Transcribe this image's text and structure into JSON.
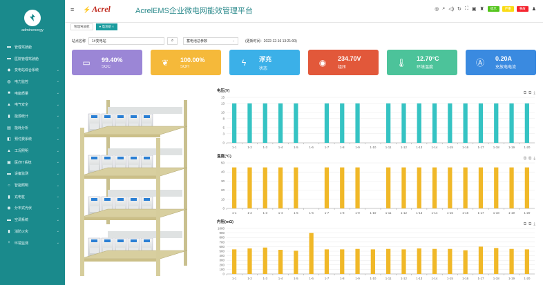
{
  "sidebar": {
    "admin_name": "adminenergy",
    "items": [
      {
        "label": "管理驾驶舱",
        "icon": "dashboard-icon"
      },
      {
        "label": "医院管理驾驶舱",
        "icon": "hospital-icon"
      },
      {
        "label": "变电站综合系统",
        "icon": "substation-icon"
      },
      {
        "label": "电力监控",
        "icon": "power-monitor-icon"
      },
      {
        "label": "电能质量",
        "icon": "power-quality-icon"
      },
      {
        "label": "电气安全",
        "icon": "electrical-safety-icon"
      },
      {
        "label": "能源统计",
        "icon": "energy-stats-icon"
      },
      {
        "label": "能耗分析",
        "icon": "energy-analysis-icon"
      },
      {
        "label": "预付费系统",
        "icon": "prepay-icon"
      },
      {
        "label": "工况照明",
        "icon": "lighting-icon"
      },
      {
        "label": "医疗IT系统",
        "icon": "medical-it-icon"
      },
      {
        "label": "设备监测",
        "icon": "device-monitor-icon"
      },
      {
        "label": "智能照明",
        "icon": "smart-light-icon"
      },
      {
        "label": "充电桩",
        "icon": "charger-icon"
      },
      {
        "label": "分布式光伏",
        "icon": "solar-icon"
      },
      {
        "label": "空调系统",
        "icon": "aircon-icon"
      },
      {
        "label": "消防火灾",
        "icon": "fire-icon"
      },
      {
        "label": "环境监测",
        "icon": "environment-icon"
      }
    ]
  },
  "topbar": {
    "brand": "Acrel",
    "title": "AcrelEMS企业微电网能效管理平台",
    "badges": [
      {
        "label": "提示",
        "color": "#52c41a"
      },
      {
        "label": "严重",
        "color": "#fadb14"
      },
      {
        "label": "事故",
        "color": "#f5222d"
      }
    ]
  },
  "tags": [
    {
      "label": "管理驾驶舱",
      "active": false
    },
    {
      "label": "● 电池组 ×",
      "active": true
    }
  ],
  "filter": {
    "station_label": "站点名称",
    "station_value": "1#变电站",
    "param_value": "蓄电池总参数",
    "update_time": "(更新时间：2022-12-16 13:21:00)"
  },
  "cards": [
    {
      "value": "99.40%",
      "label": "SOC",
      "color": "#9b86d6",
      "icon": "battery-icon"
    },
    {
      "value": "100.00%",
      "label": "SOH",
      "color": "#f5b93a",
      "icon": "leaf-icon"
    },
    {
      "value": "浮充",
      "label": "状态",
      "color": "#3bb0e8",
      "icon": "lightning-icon"
    },
    {
      "value": "234.70V",
      "label": "组压",
      "color": "#e2583a",
      "icon": "gauge-icon"
    },
    {
      "value": "12.70°C",
      "label": "环境温度",
      "color": "#4cc39a",
      "icon": "thermometer-icon"
    },
    {
      "value": "0.20A",
      "label": "充放电电流",
      "color": "#3a8ae0",
      "icon": "current-icon"
    }
  ],
  "chart_data": [
    {
      "type": "bar",
      "title": "电压(V)",
      "color": "#35c3c3",
      "ylim": [
        0,
        15
      ],
      "yticks": [
        0,
        3,
        5,
        8,
        10,
        13,
        15
      ],
      "categories": [
        "1-1",
        "1-2",
        "1-3",
        "1-4",
        "1-5",
        "1-6",
        "1-7",
        "1-8",
        "1-9",
        "1-10",
        "1-11",
        "1-12",
        "1-13",
        "1-14",
        "1-15",
        "1-16",
        "1-17",
        "1-18",
        "1-19",
        "1-20"
      ],
      "values": [
        13,
        13,
        13,
        13,
        13,
        0,
        13,
        13,
        13,
        0,
        13,
        13,
        13,
        13,
        13,
        13,
        13,
        13,
        13,
        13
      ]
    },
    {
      "type": "bar",
      "title": "温度(°C)",
      "color": "#f0b828",
      "ylim": [
        0,
        50
      ],
      "yticks": [
        0,
        10,
        20,
        30,
        40,
        50
      ],
      "categories": [
        "1-1",
        "1-2",
        "1-3",
        "1-4",
        "1-5",
        "1-6",
        "1-7",
        "1-8",
        "1-9",
        "1-10",
        "1-11",
        "1-12",
        "1-13",
        "1-14",
        "1-15",
        "1-16",
        "1-17",
        "1-18",
        "1-19",
        "1-20"
      ],
      "values": [
        45,
        45,
        45,
        45,
        45,
        0,
        45,
        45,
        45,
        0,
        45,
        45,
        45,
        45,
        45,
        45,
        45,
        45,
        45,
        45
      ]
    },
    {
      "type": "bar",
      "title": "内阻(mΩ)",
      "color": "#f0b828",
      "ylim": [
        0,
        1000
      ],
      "yticks": [
        0,
        100,
        200,
        300,
        400,
        500,
        600,
        700,
        800,
        900,
        1000
      ],
      "categories": [
        "1-1",
        "1-2",
        "1-3",
        "1-4",
        "1-5",
        "1-6",
        "1-7",
        "1-8",
        "1-9",
        "1-10",
        "1-11",
        "1-12",
        "1-13",
        "1-14",
        "1-15",
        "1-16",
        "1-17",
        "1-18",
        "1-19",
        "1-20"
      ],
      "values": [
        540,
        560,
        580,
        530,
        510,
        900,
        540,
        540,
        550,
        540,
        550,
        540,
        560,
        550,
        550,
        520,
        600,
        570,
        550,
        540
      ]
    }
  ]
}
